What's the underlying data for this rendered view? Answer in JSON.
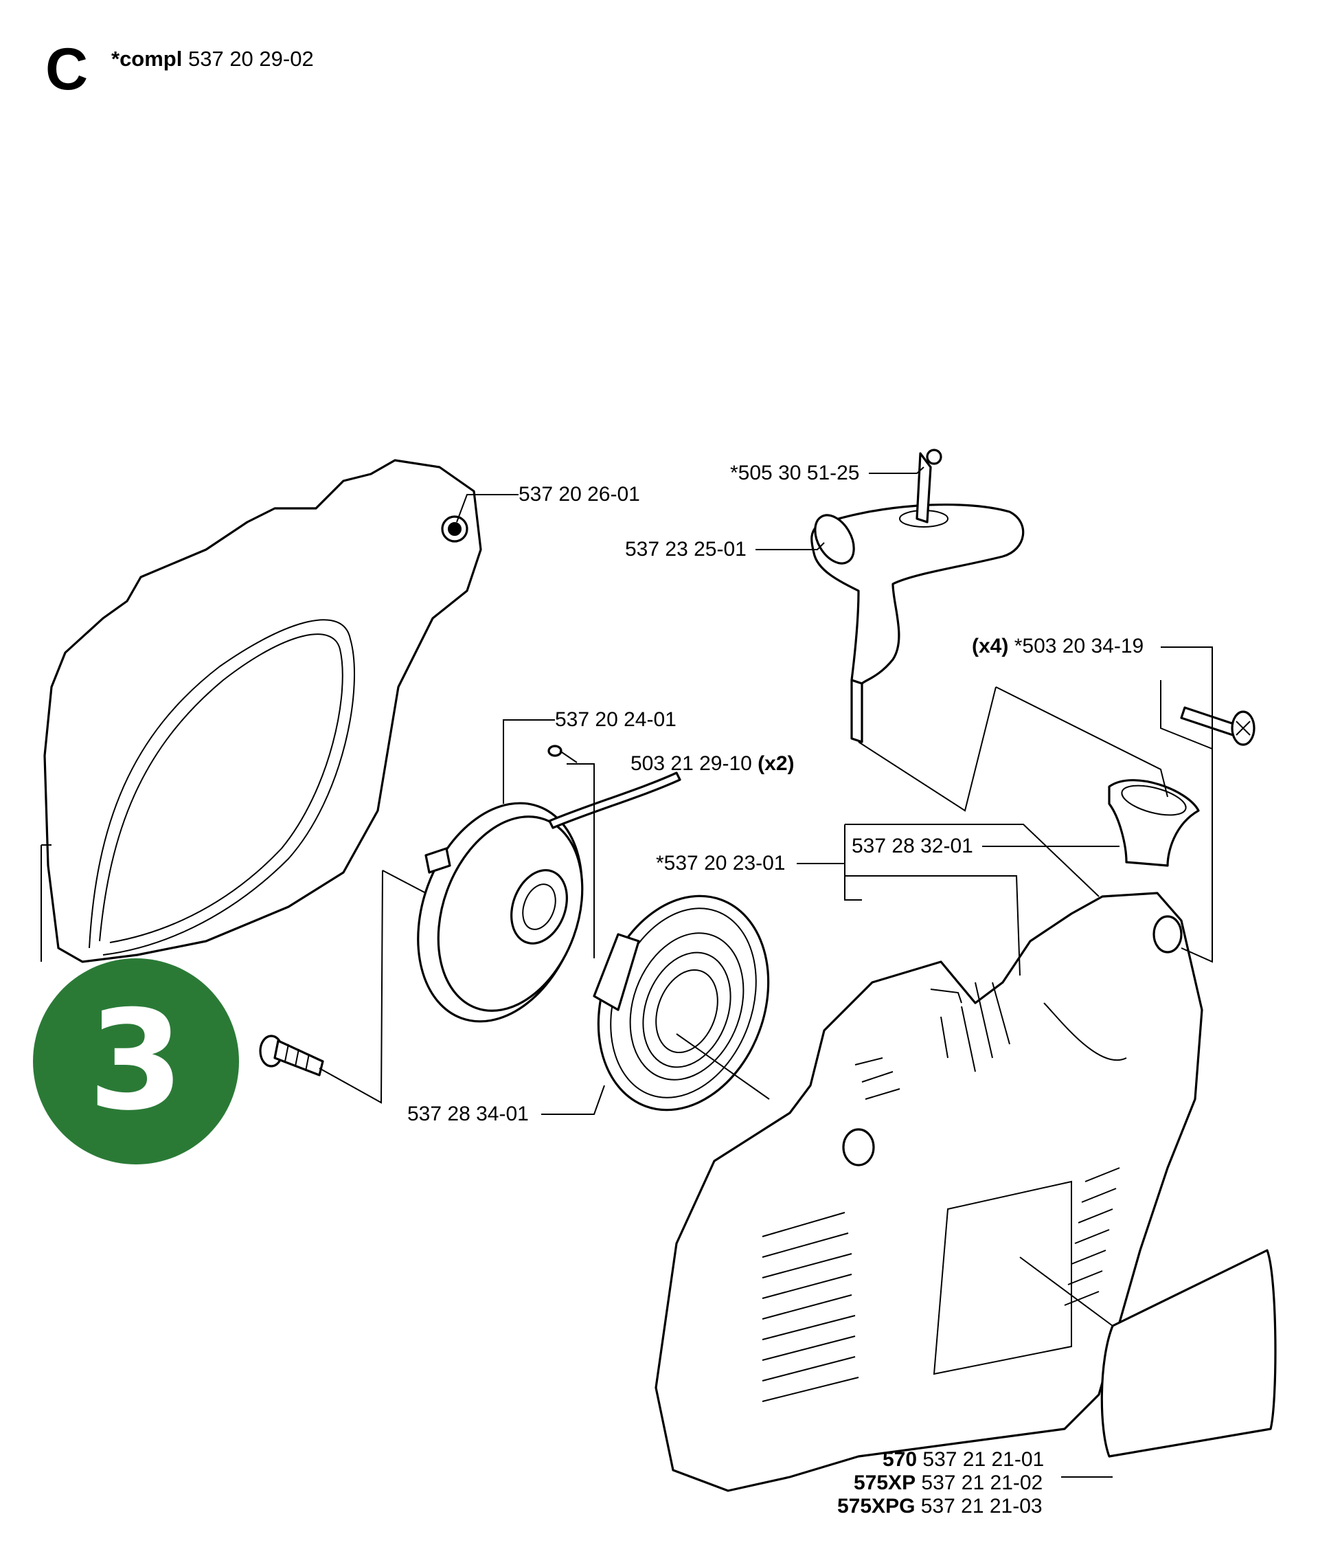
{
  "header": {
    "section_letter": "C",
    "compl_prefix": "*compl",
    "compl_number": "537 20 29-02"
  },
  "badge": {
    "number": "3",
    "color": "#2a7a36"
  },
  "callouts": {
    "fan_housing_cover": "537 20 26-01",
    "handle_knot": "*505 30 51-25",
    "starter_handle": "537 23 25-01",
    "screw_x4_qty": "(x4)",
    "screw_x4_number": "*503 20 34-19",
    "pulley": "537 20 24-01",
    "screw_x2_number": "503 21 29-10",
    "screw_x2_qty": "(x2)",
    "rope_guide": "537 28 32-01",
    "starter_housing": "*537 20 23-01",
    "recoil_spring": "537 28 34-01"
  },
  "models": [
    {
      "model": "570",
      "part": "537 21 21-01"
    },
    {
      "model": "575XP",
      "part": "537 21 21-02"
    },
    {
      "model": "575XPG",
      "part": "537 21 21-03"
    }
  ]
}
